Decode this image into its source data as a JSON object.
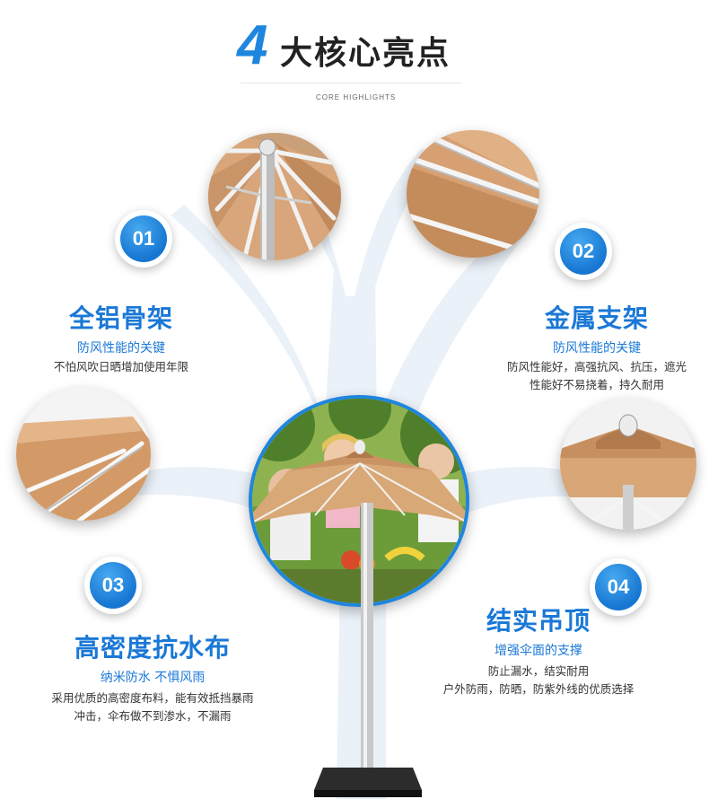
{
  "header": {
    "number": "4",
    "title": "大核心亮点",
    "subtitle": "CORE HIGHLIGHTS"
  },
  "colors": {
    "accent_blue": "#1a78d6",
    "canopy": "#d9a877",
    "silhouette": "#e9f0f7"
  },
  "features": [
    {
      "number": "01",
      "title": "全铝骨架",
      "subtitle": "防风性能的关键",
      "desc": [
        "不怕风吹日晒增加使用年限"
      ]
    },
    {
      "number": "02",
      "title": "金属支架",
      "subtitle": "防风性能的关键",
      "desc": [
        "防风性能好，高强抗风、抗压，遮光",
        "性能好不易挠着，持久耐用"
      ]
    },
    {
      "number": "03",
      "title": "高密度抗水布",
      "subtitle": "纳米防水 不惧风雨",
      "desc": [
        "采用优质的高密度布料，能有效抵挡暴雨",
        "冲击，伞布做不到渗水，不漏雨"
      ]
    },
    {
      "number": "04",
      "title": "结实吊顶",
      "subtitle": "增强伞面的支撑",
      "desc": [
        "防止漏水，结实耐用",
        "户外防雨，防晒，防紫外线的优质选择"
      ]
    }
  ],
  "icons": [
    "umbrella-frame-photo",
    "umbrella-rib-photo",
    "canopy-edge-photo",
    "umbrella-top-photo",
    "family-picnic-photo"
  ]
}
